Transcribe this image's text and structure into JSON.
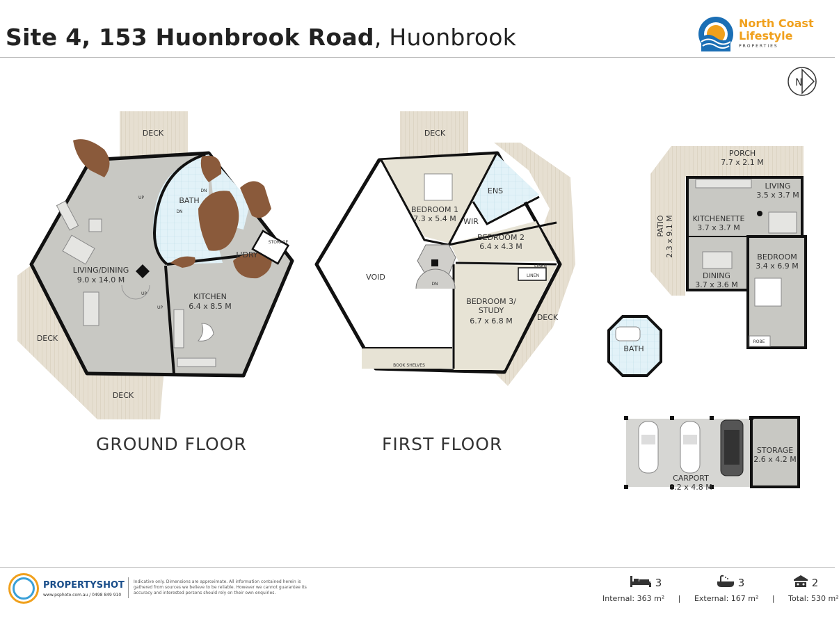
{
  "header": {
    "address_bold": "Site 4, 153 Huonbrook Road",
    "address_suburb": ", Huonbrook"
  },
  "logo": {
    "line1": "North Coast",
    "line2": "Lifestyle",
    "line3": "PROPERTIES"
  },
  "compass": {
    "letter": "N"
  },
  "ground_floor": {
    "title": "GROUND FLOOR",
    "rooms": {
      "deck_top": "DECK",
      "bath": "BATH",
      "living_dining": "LIVING/DINING",
      "living_dining_size": "9.0 x 14.0 M",
      "ldry": "L'DRY",
      "storage": "STORAGE",
      "kitchen": "KITCHEN",
      "kitchen_size": "6.4 x 8.5 M",
      "deck_left": "DECK",
      "deck_bottom": "DECK",
      "up1": "UP",
      "up2": "UP",
      "dn1": "DN",
      "dn2": "DN",
      "up3": "UP"
    }
  },
  "first_floor": {
    "title": "FIRST FLOOR",
    "rooms": {
      "deck_top": "DECK",
      "ens": "ENS",
      "bedroom1": "BEDROOM 1",
      "bedroom1_size": "7.3 x 5.4 M",
      "wir": "WIR",
      "bedroom2": "BEDROOM 2",
      "bedroom2_size": "6.4 x 4.3 M",
      "void": "VOID",
      "linen1": "LINEN",
      "linen2": "LINEN",
      "bedroom3": "BEDROOM 3/",
      "bedroom3_b": "STUDY",
      "bedroom3_size": "6.7 x 6.8 M",
      "deck_right": "DECK",
      "book_shelves": "BOOK SHELVES",
      "dn": "DN"
    }
  },
  "cottage": {
    "porch": "PORCH",
    "porch_size": "7.7 x 2.1 M",
    "patio": "PATIO",
    "patio_size": "2.3 x 9.1 M",
    "living": "LIVING",
    "living_size": "3.5 x 3.7 M",
    "kitchenette": "KITCHENETTE",
    "kitchenette_size": "3.7 x 3.7 M",
    "dining": "DINING",
    "dining_size": "3.7 x 3.6 M",
    "bedroom": "BEDROOM",
    "bedroom_size": "3.4 x 6.9 M",
    "robe": "ROBE",
    "bath": "BATH"
  },
  "carport": {
    "carport": "CARPORT",
    "carport_size": "8.2 x 4.8 M",
    "storage": "STORAGE",
    "storage_size": "2.6 x 4.2 M"
  },
  "footer": {
    "brand": "PROPERTYSHOT",
    "contact": "www.psphoto.com.au / 0498 849 910",
    "disclaimer": "Indicative only. Dimensions are approximate. All information contained herein is gathered from sources we believe to be reliable. However we cannot guarantee its accuracy and interested persons should rely on their own enquiries.",
    "beds": "3",
    "baths": "3",
    "cars": "2",
    "internal": "Internal: 363 m²",
    "sep1": "|",
    "external": "External: 167 m²",
    "sep2": "|",
    "total": "Total: 530 m²"
  },
  "icons": [
    "bed-icon",
    "bath-icon",
    "car-icon",
    "compass-icon"
  ],
  "colors": {
    "brand_orange": "#f0a01c",
    "brand_blue": "#1b6fb5",
    "floor_grey": "#c9c9c5",
    "deck": "#e4ddcf",
    "rock": "#8a5a3b",
    "tile": "#dff0f6"
  }
}
